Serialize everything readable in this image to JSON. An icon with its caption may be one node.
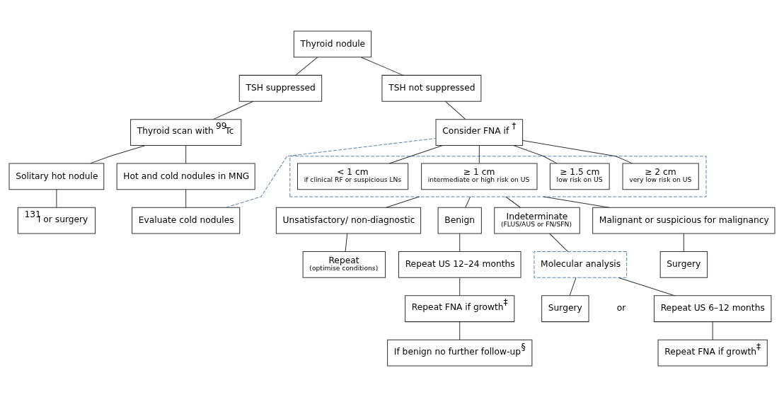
{
  "diagram": {
    "nodes": [
      {
        "text": [
          "Thyroid nodule"
        ]
      },
      {
        "text": [
          "TSH suppressed"
        ]
      },
      {
        "text": [
          "TSH not suppressed"
        ]
      },
      {
        "text": [
          "Thyroid scan with $^{99}$Tc"
        ]
      },
      {
        "text": [
          "Solitary hot nodule"
        ]
      },
      {
        "text": [
          "Hot and cold nodules in MNG"
        ]
      },
      {
        "text": [
          "$^{131}$I or surgery"
        ]
      },
      {
        "text": [
          "Evaluate cold nodules"
        ]
      },
      {
        "text": [
          "Consider FNA if $^{†}$"
        ]
      },
      {
        "text": [],
        "shape": "box"
      },
      {
        "text": [
          "< 1 cm",
          "if clinical RF or suspicious LNs"
        ],
        "in": 9
      },
      {
        "text": [
          "≥ 1 cm",
          "intermediate or high risk on US"
        ],
        "in": 9
      },
      {
        "text": [
          "≥ 1.5 cm",
          "low risk on US"
        ],
        "in": 9
      },
      {
        "text": [
          "≥ 2 cm",
          "very low risk on US"
        ],
        "in": 9
      },
      {
        "text": [
          "Unsatisfactory/ non-diagnostic"
        ]
      },
      {
        "text": [
          "Benign"
        ]
      },
      {
        "text": [
          "Indeterminate",
          "(FLUS/AUS or FN/SFN)"
        ]
      },
      {
        "text": [
          "Malignant or suspicious for malignancy"
        ]
      },
      {
        "text": [
          "Repeat",
          "(optimise conditions)"
        ]
      },
      {
        "text": [
          "Repeat US 12–24 months"
        ]
      },
      {
        "text": [
          "Molecular analysis"
        ]
      },
      {
        "text": [
          "Surgery"
        ]
      },
      {
        "text": [
          "Repeat FNA if growth$^{‡}$"
        ]
      },
      {
        "text": [
          "If benign no further follow-up$^{§}$"
        ]
      },
      {
        "text": [
          "Surgery"
        ]
      },
      {
        "text": [
          "Repeat US 6–12 months"
        ]
      },
      {
        "text": [
          "Repeat FNA if growth$^{‡}$"
        ]
      }
    ],
    "edges": [
      {
        "from": 0,
        "to": 1,
        "arrow": "none"
      },
      {
        "from": 0,
        "to": 2,
        "arrow": "none"
      },
      {
        "from": 1,
        "to": 3,
        "arrow": "none"
      },
      {
        "from": 3,
        "to": 4,
        "arrow": "none"
      },
      {
        "from": 3,
        "to": 5,
        "arrow": "none"
      },
      {
        "from": 4,
        "to": 6,
        "arrow": "none"
      },
      {
        "from": 5,
        "to": 7,
        "arrow": "none"
      },
      {
        "from": 7,
        "to": 8,
        "arrow": "none",
        "style": "dashed",
        "color": "#5b87b5"
      },
      {
        "from": 2,
        "to": 8,
        "arrow": "none"
      },
      {
        "from": 8,
        "to": 10,
        "arrow": "none"
      },
      {
        "from": 8,
        "to": 11,
        "arrow": "none"
      },
      {
        "from": 8,
        "to": 12,
        "arrow": "none"
      },
      {
        "from": 8,
        "to": 13,
        "arrow": "none"
      },
      {
        "from": 9,
        "to": 14,
        "arrow": "none"
      },
      {
        "from": 9,
        "to": 15,
        "arrow": "none"
      },
      {
        "from": 9,
        "to": 16,
        "arrow": "none"
      },
      {
        "from": 9,
        "to": 17,
        "arrow": "none"
      },
      {
        "from": 14,
        "to": 18,
        "arrow": "none"
      },
      {
        "from": 15,
        "to": 19,
        "arrow": "none"
      },
      {
        "from": 19,
        "to": 22,
        "arrow": "none"
      },
      {
        "from": 22,
        "to": 23,
        "arrow": "none"
      },
      {
        "from": 16,
        "to": 20,
        "arrow": "none"
      },
      {
        "from": 17,
        "to": 21,
        "arrow": "none"
      },
      {
        "from": 20,
        "to": 24,
        "arrow": "none"
      },
      {
        "from": 20,
        "to": 25,
        "arrow": "none"
      },
      {
        "from": 25,
        "to": 26,
        "arrow": "none"
      }
    ],
    "labels": [
      "or"
    ]
  }
}
